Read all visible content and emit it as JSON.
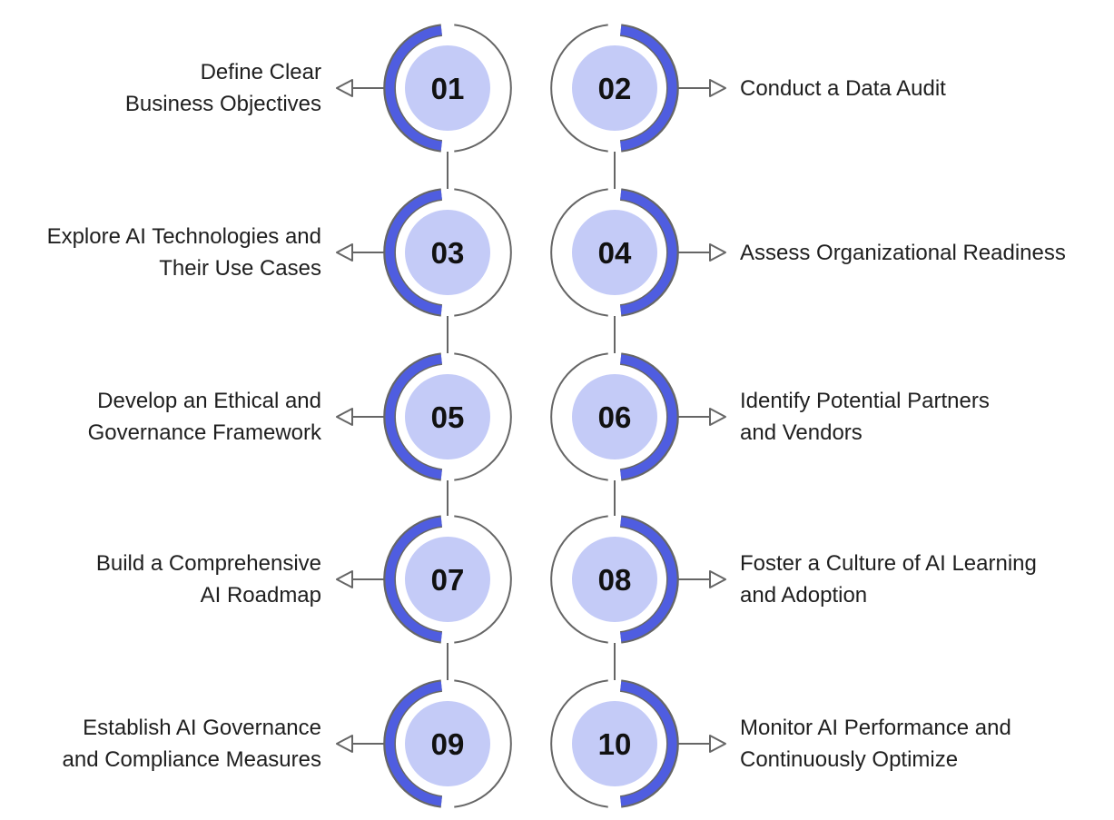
{
  "colors": {
    "accent": "#4f5de0",
    "inner_circle": "#c4cbf7",
    "outline": "#666666",
    "text": "#1f1f1f",
    "number": "#111111"
  },
  "steps": [
    {
      "number": "01",
      "lines": [
        "Define Clear",
        "Business Objectives"
      ]
    },
    {
      "number": "02",
      "lines": [
        "Conduct a Data Audit"
      ]
    },
    {
      "number": "03",
      "lines": [
        "Explore AI Technologies and",
        "Their Use Cases"
      ]
    },
    {
      "number": "04",
      "lines": [
        "Assess Organizational Readiness"
      ]
    },
    {
      "number": "05",
      "lines": [
        "Develop an Ethical and",
        "Governance Framework"
      ]
    },
    {
      "number": "06",
      "lines": [
        "Identify Potential Partners",
        "and Vendors"
      ]
    },
    {
      "number": "07",
      "lines": [
        "Build a Comprehensive",
        "AI Roadmap"
      ]
    },
    {
      "number": "08",
      "lines": [
        "Foster a Culture of AI Learning",
        "and Adoption"
      ]
    },
    {
      "number": "09",
      "lines": [
        "Establish AI Governance",
        "and Compliance Measures"
      ]
    },
    {
      "number": "10",
      "lines": [
        "Monitor AI Performance and",
        "Continuously Optimize"
      ]
    }
  ]
}
